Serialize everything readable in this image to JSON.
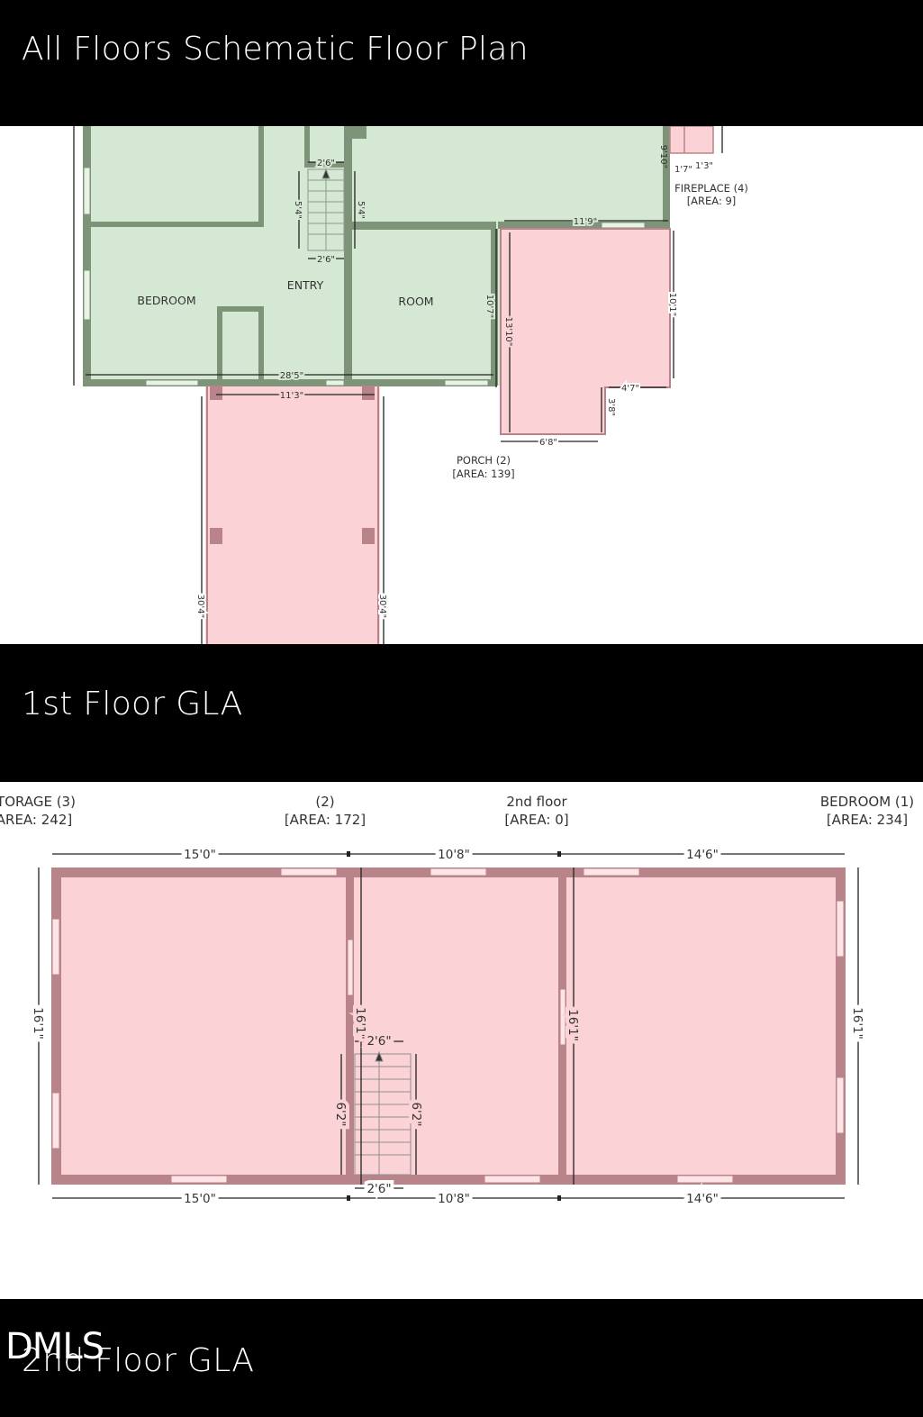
{
  "header": {
    "title": "All Floors Schematic Floor Plan"
  },
  "section1": {
    "title": "1st Floor GLA"
  },
  "section2": {
    "title": "2nd Floor GLA"
  },
  "watermark": "DMLS",
  "colors": {
    "living": "#d5e8d4",
    "living_wall": "#7d9478",
    "porch": "#fbd2d6",
    "porch_wall": "#b98489"
  },
  "plan1": {
    "rooms": {
      "bedroom": "BEDROOM",
      "entry": "ENTRY",
      "room": "ROOM"
    },
    "labels": {
      "fireplace": "FIREPLACE (4)",
      "fireplace_area": "[AREA: 9]",
      "porch": "PORCH (2)",
      "porch_area": "[AREA: 139]"
    },
    "dims": {
      "stair_top": "2'6\"",
      "stair_bottom": "2'6\"",
      "stair_left": "5'4\"",
      "stair_right": "5'4\"",
      "bottom_width": "28'5\"",
      "walkway_width": "11'3\"",
      "porch_top": "11'9\"",
      "porch_left_outer": "10'7\"",
      "porch_left": "13'10\"",
      "porch_right": "10'1\"",
      "porch_notch_w": "4'7\"",
      "porch_notch_h": "3'8\"",
      "porch_bottom": "6'8\"",
      "walk_left": "30'4\"",
      "walk_right": "30'4\"",
      "fp_a": "1'7\"",
      "fp_b": "1'3\"",
      "fp_c": "9'10\""
    }
  },
  "plan2": {
    "labels": {
      "storage": "TORAGE (3)",
      "storage_area": "AREA: 242]",
      "mid": "(2)",
      "mid_area": "[AREA: 172]",
      "floor": "2nd floor",
      "floor_area": "[AREA: 0]",
      "bedroom": "BEDROOM (1)",
      "bedroom_area": "[AREA: 234]"
    },
    "dims": {
      "top_a": "15'0\"",
      "top_b": "10'8\"",
      "top_c": "14'6\"",
      "bot_a": "15'0\"",
      "bot_b": "10'8\"",
      "bot_c": "14'6\"",
      "h_left": "16'1\"",
      "h_mid1": "16'1\"",
      "h_mid2": "16'1\"",
      "h_right": "16'1\"",
      "stair_top": "2'6\"",
      "stair_bottom": "2'6\"",
      "stair_left": "6'2\"",
      "stair_right": "6'2\""
    }
  }
}
